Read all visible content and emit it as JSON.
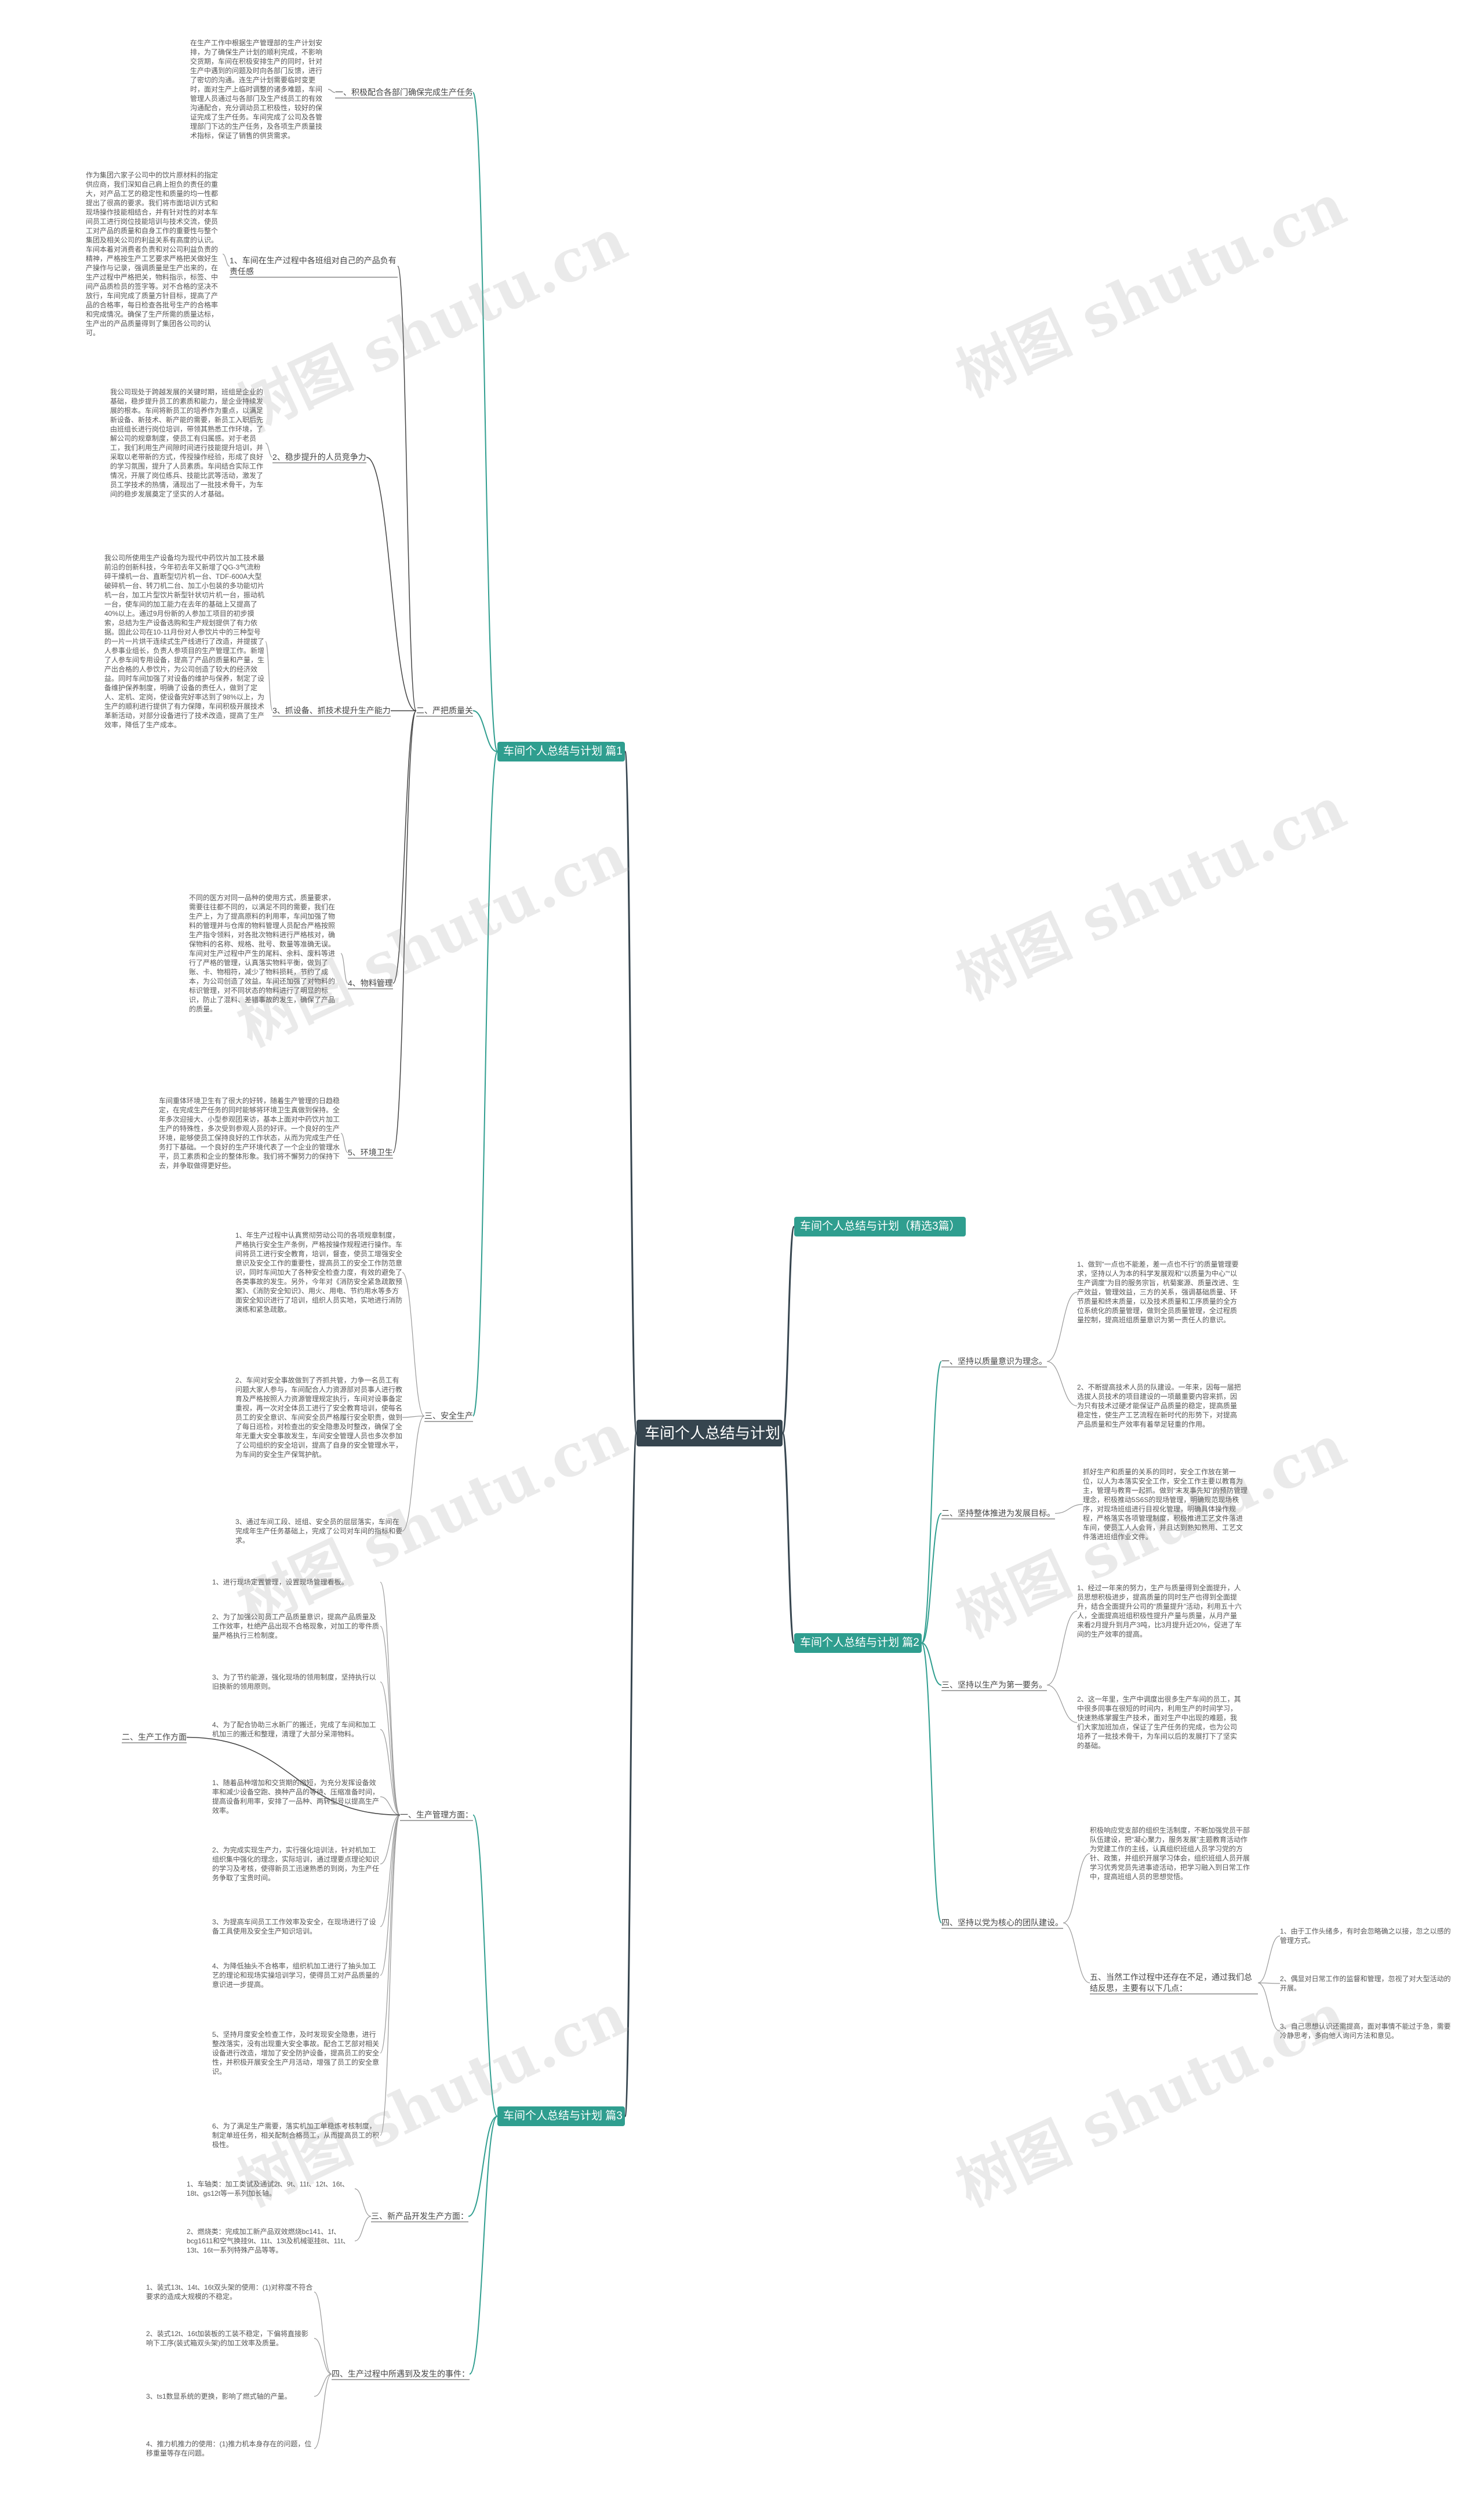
{
  "root": "车间个人总结与计划",
  "branches": {
    "b1": "车间个人总结与计划 篇1",
    "b2": "车间个人总结与计划 篇2",
    "b3": "车间个人总结与计划 篇3",
    "b4": "车间个人总结与计划（精选3篇）"
  },
  "p1": {
    "s1": "一、积极配合各部门确保完成生产任务",
    "t1": "在生产工作中根据生产管理部的生产计划安排，为了确保生产计划的顺利完成，不影响交货期，车间在积极安排生产的同时，针对生产中遇到的问题及时向各部门反馈，进行了密切的沟通。连生产计划需要临时变更时，面对生产上临时调整的诸多难题，车间管理人员通过与各部门及生产线员工的有效沟通配合，充分调动员工积极性，较好的保证完成了生产任务。车间完成了公司及各管理部门下达的生产任务，及各项生产质量技术指标，保证了销售的供货需求。",
    "s2": "二、严把质量关",
    "s2_1": "1、车间在生产过程中各班组对自己的产品负有责任感",
    "t2_1": "作为集团六家子公司中的饮片原材料的指定供应商，我们深知自己肩上担负的责任的重大，对产品工艺的稳定性和质量的均一性都提出了很高的要求。我们将市面培训方式和现场操作技能相结合，并有针对性的对本车间员工进行岗位技能培训与技术交流，使员工对产品的质量和自身工作的重要性与整个集团及相关公司的利益关系有高度的认识。车间本着对消费者负责和对公司利益负责的精神，严格按生产工艺要求严格把关做好生产操作与记录，强调质量是生产出来的，在生产过程中严格把关，物料指示，标签、中间产品质检员的签字等。对不合格的坚决不放行，车间完成了质量方针目标，提高了产品的合格率，每日检查各批号生产的合格率和完成情况。确保了生产所需的质量达标，生产出的产品质量得到了集团各公司的认可。",
    "s2_2": "2、稳步提升的人员竞争力",
    "t2_2": "我公司现处于跨越发展的关键时期，班组是企业的基础，稳步提升员工的素质和能力，是企业持续发展的根本。车间将新员工的培养作为重点，以满足新设备、新技术、新产能的需要，新员工入职后先由班组长进行岗位培训，带领其熟悉工作环境，了解公司的规章制度，使员工有归属感。对于老员工，我们利用生产间隙时间进行技能提升培训，并采取以老带新的方式，传授操作经验，形成了良好的学习氛围，提升了人员素质。车间结合实际工作情况，开展了岗位练兵、技能比武等活动，激发了员工学技术的热情，涌现出了一批技术骨干，为车间的稳步发展奠定了坚实的人才基础。",
    "s2_3": "3、抓设备、抓技术提升生产能力",
    "t2_3": "我公司所使用生产设备均为现代中药饮片加工技术最前沿的创新科技，今年初去年又新增了QG-3气流粉碎干燥机一台、直断型切片机一台、TDF-600A大型破碎机一台、转刀机二台、加工小包装的多功能切片机一台，加工片型饮片新型针状切片机一台，振动机一台，使车间的加工能力在去年的基础上又提高了40%以上。通过9月份新的人参加工项目的初步摸索，总结为生产设备选购和生产规划提供了有力依据。固此公司在10-11月份对人参饮片中的三种型号的一片一片烘干连续式生产线进行了改造，并提拔了人参事业组长，负责人参项目的生产管理工作。新增了人参车间专用设备，提高了产品的质量和产量，生产出合格的人参饮片，为公司创造了较大的经济效益。同时车间加强了对设备的维护与保养，制定了设备维护保养制度，明确了设备的责任人，做到了定人、定机、定岗，使设备完好率达到了98%以上，为生产的顺利进行提供了有力保障，车间积极开展技术革新活动，对部分设备进行了技术改造，提高了生产效率，降低了生产成本。",
    "s2_4": "4、物料管理",
    "t2_4": "不同的医方对同一品种的使用方式，质量要求，需要往往都不同的，以满足不同的需要，我们在生产上，为了提高原料的利用率，车间加强了物料的管理并与仓库的物料管理人员配合严格按照生产指令领料，对各批次物料进行严格核对，确保物料的名称、规格、批号、数量等准确无误。车间对生产过程中产生的尾料、余料、废料等进行了严格的管理，认真落实物料平衡，做到了账、卡、物相符，减少了物料损耗，节约了成本，为公司创造了效益。车间还加强了对物料的标识管理，对不同状态的物料进行了明显的标识，防止了混料、差错事故的发生，确保了产品的质量。",
    "s2_5": "5、环境卫生",
    "t2_5": "车间重体环境卫生有了很大的好转，随着生产管理的日趋稳定，在完成生产任务的同时能够将环境卫生真做到保持。全年多次迎接大、小型参观团来访，基本上面对中药饮片加工生产的特殊性，多次受到参观人员的好评。一个良好的生产环境，能够使员工保持良好的工作状态，从而为完成生产任务打下基础。一个良好的生产环境代表了一个企业的管理水平，员工素质和企业的整体形象。我们将不懈努力的保持下去，并争取做得更好些。",
    "s3": "三、安全生产",
    "t3_1": "1、年生产过程中认真贯彻劳动公司的各项规章制度，严格执行安全生产条例，严格按操作规程进行操作。车间将员工进行安全教育，培训，督查，使员工增强安全意识及安全工作的重要性，提高员工的安全工作防范意识，同时车间加大了各种安全检查力度，有效的避免了各类事故的发生。另外，今年对《消防安全紧急疏散预案》、《消防安全知识》、用火、用电、节约用水等多方面安全知识进行了培训，组织人员实地，实地进行消防演练和紧急疏散。",
    "t3_2": "2、车间对安全事故做到了齐抓共管，力争一名员工有问题大家人参与，车间配合人力资源部对员事人进行教育及严格按照人力资源管理规定执行，车间对设事备定重视，再一次对全体员工进行了安全教育培训，使每名员工的安全意识、车间安全员严格履行安全职责，做到了每日巡检，对检查出的安全隐患及时整改，确保了全年无重大安全事故发生，车间安全管理人员也多次参加了公司组织的安全培训，提高了自身的安全管理水平，为车间的安全生产保驾护航。",
    "t3_3": "3、通过车间工段、班组、安全员的层层落实，车间在完成年生产任务基础上，完成了公司对车间的指标和要求。"
  },
  "p2": {
    "s1": "一、坚持以质量意识为理念。",
    "t1_1": "1、做到“一点也不能差，差一点也不行”的质量管理要求，坚持以人为本的科学发展观和“以质量为中心”“以生产调度”为目的服务宗旨，杭菊案源、质量改进、生产效益，管理效益，三方的关系，强调基础质量、环节质量和终末质量，以及技术质量和工序质量的全方位系统化的质量管理，做到全员质量管理，全过程质量控制，提高班组质量意识为第一责任人的意识。",
    "t1_2": "2、不断提高技术人员的队建设。一年来，因每一届把选拔人员技术的项目建设的一项最重要内容来抓，因为只有技术过硬才能保证产品质量的稳定，提高质量稳定性，使生产工艺流程在新时代的形势下，对提高产品质量和生产效率有着举足轻重的作用。",
    "s2": "二、坚持整体推进为发展目标。",
    "t2_1": "抓好生产和质量的关系的同时，安全工作放在第一位，以人为本落实安全工作，安全工作主要以教育为主，管理与教育一起抓。做到“末发事先知”的预防管理理念，积极推动5S6S的现场管理，明确规范现场秩序，对现场班组进行目视化管理，明确具体操作规程，严格落实各项管理制度，积极推进工艺文件落进车间，使员工人人会背，并且达到熟知熟用、工艺文件落进班组作业文件。",
    "s3": "三、坚持以生产为第一要务。",
    "t3_1": "1、经过一年来的努力，生产与质量得到全面提升，人员思想积极进步，提高质量的同时生产也得到全面提升，结合全面提升公司的“质量提升”活动，利用五十六人，全面提高班组积极性提升产量与质量，从月产量来看2月提升到月产3吨，比3月提升近20%，促进了车间的生产效率的提高。",
    "t3_2": "2、这一年里，生产中调度出很多生产车间的员工，其中很多同事在很短的时间内，利用生产的时间学习，快速熟练掌握生产技术，面对生产中出现的难题，我们大家加班加点，保证了生产任务的完成，也为公司培养了一批技术骨干，为车间以后的发展打下了坚实的基础。",
    "s4": "四、坚持以党为核心的团队建设。",
    "t4_1": "积极响应党支部的组织生活制度，不断加强党员干部队伍建设，把“凝心聚力，服务发展”主题教育活动作为党建工作的主线，认真组织班组人员学习党的方针、政策，并组织开展学习体会，组织班组人员开展学习优秀党员先进事迹活动，把学习融入到日常工作中，提高班组人员的思想觉悟。",
    "s5": "五、当然工作过程中还存在不足，通过我们总结反思，主要有以下几点：",
    "t5_1": "1、由于工作头绪多，有时会忽略确之以接，忽之以感的管理方式。",
    "t5_2": "2、偶显对日常工作的监督和管理，忽视了对大型活动的开展。",
    "t5_3": "3、自己思想认识还需提高，面对事情不能过于急，需要冷静思考，多向他人询问方法和意见。"
  },
  "p3": {
    "s1": "一、生产管理方面：",
    "s1_1": "二、生产工作方面",
    "t1_1": "1、进行现场定置管理，设置现场管理看板。",
    "t1_2": "2、为了加强公司员工产品质量意识，提高产品质量及工作效率，杜绝产品出现不合格现象，对加工的零件质量严格执行三检制度。",
    "t1_3": "3、为了节约能源，强化现场的领用制度，坚持执行以旧换新的领用原则。",
    "t1_4": "4、为了配合协助三水新厂的搬迁，完成了车间和加工机加三的搬迁和整理，清理了大部分呆滞物料。",
    "t1_5": "1、随着品种增加和交货期的缩短，为充分发挥设备效率和减少设备空跑、换种产品的等待、压缩准备时间，提高设备利用率，安排了一品种、两转型号以提高生产效率。",
    "t1_6": "2、为完成实现生产力，实行强化培训法，针对机加工组织集中强化的理念，实际培训，通过理要点理论知识的学习及考核，使得新员工迅速熟悉的到岗，为生产任务争取了宝贵时间。",
    "t1_7": "3、为提高车间员工工作效率及安全，在现场进行了设备工具使用及安全生产知识培训。",
    "t1_8": "4、为降低抽头不合格率，组织机加工进行了抽头加工艺的理论和现场实操培训学习，使得员工对产品质量的意识进一步提高。",
    "t1_9": "5、坚持月度安全检查工作，及时发现安全隐患，进行整改落实，没有出现重大安全事故。配合工艺部对相关设备进行改造，增加了安全防护设备，提高员工的安全性，并积极开展安全生产月活动，增强了员工的安全意识。",
    "t1_10": "6、为了满足生产需要，落实机加工单稳炼考核制度，制定单班任务，相关配制合格员工，从而提高员工的积极性。",
    "s2": "三、新产品开发生产方面：",
    "t2_1": "1、车轴类：加工类试及通试2t、9t、11t、12t、16t、18t、gs12t等一系列加长轴。",
    "t2_2": "2、燃烧类：完成加工新产品双效燃烧bc141、1f、bcg1611和空气换挂9t、11t、13t及机械驱挂8t、11t、13t、16t一系列特殊产品等等。",
    "s3": "四、生产过程中所遇到及发生的事件：",
    "t3_1": "1、装式13t、14t、16t双头架的使用：(1)对称度不符合要求的造成大规模的不稳定。",
    "t3_2": "2、装式12t、16t加装板的工装不稳定，下偏将直接影响下工序(装式箱双头架)的加工效率及质量。",
    "t3_3": "3、ts1数显系统的更换，影响了燃式轴的产量。",
    "t3_4": "4、推力机推力的使用：(1)推力机本身存在的问题，位移重量等存在问题。"
  },
  "watermark": "树图 shutu.cn"
}
